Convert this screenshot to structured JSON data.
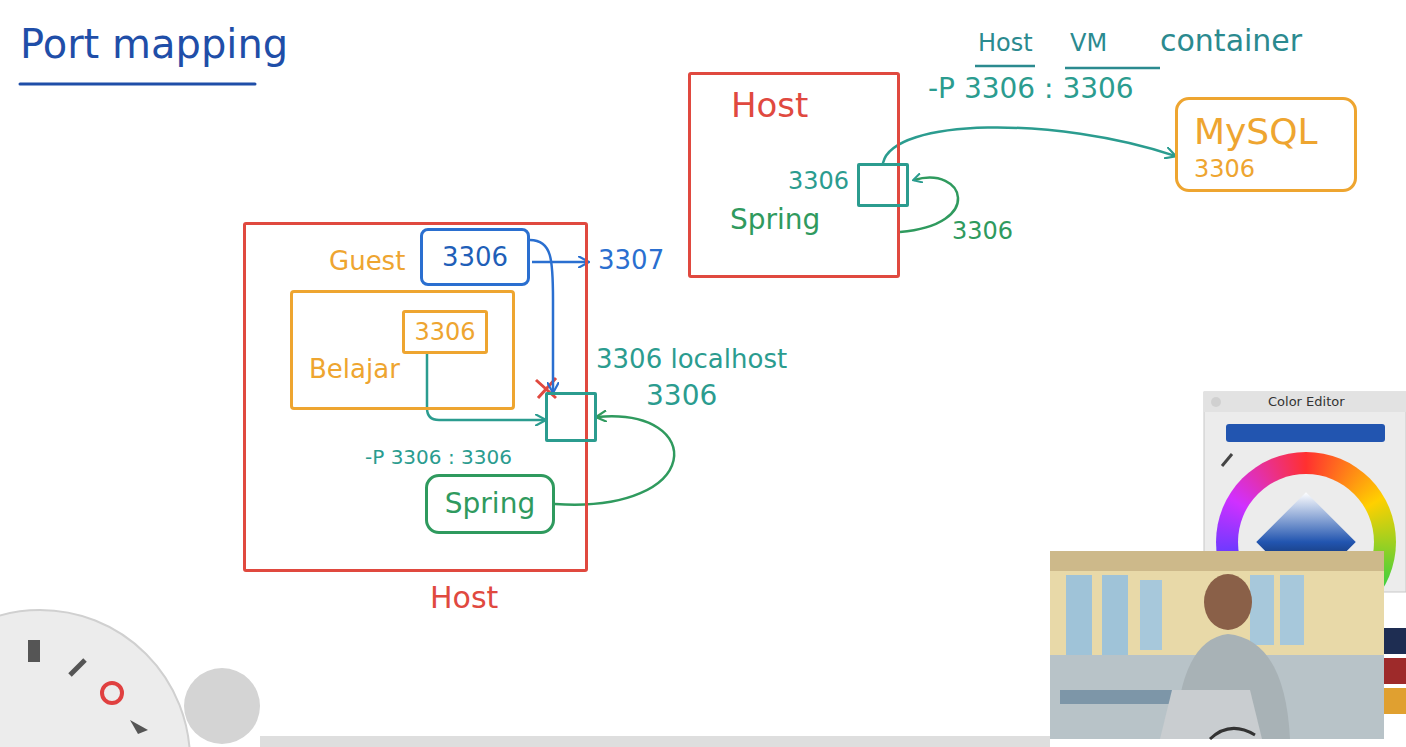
{
  "diagram": {
    "title": "Port mapping",
    "nodes": [
      {
        "text": [
          "Host"
        ]
      },
      {
        "text": [
          "3306"
        ],
        "in": 0
      },
      {
        "text": [
          "MySQL",
          "3306"
        ]
      },
      {
        "text": [
          "Host"
        ]
      },
      {
        "text": [
          "Guest",
          "3306"
        ],
        "in": 3
      },
      {
        "text": [
          "Belajar"
        ],
        "in": 3
      },
      {
        "text": [
          "3306"
        ],
        "in": 5
      },
      {
        "text": [
          "3306 localhost",
          "3306"
        ],
        "in": 3
      },
      {
        "text": [
          "Spring"
        ],
        "in": 3
      }
    ],
    "edges": [
      {
        "from": 1,
        "to": 2,
        "arrow": "to"
      },
      {
        "from": 4,
        "to": 7,
        "arrow": "to"
      },
      {
        "from": 6,
        "to": 7,
        "arrow": "to"
      },
      {
        "from": 8,
        "to": 7,
        "arrow": "to"
      }
    ],
    "labels": [
      "Host",
      "VM",
      "container",
      "-P 3306 : 3306",
      "Spring",
      "3306",
      "3307",
      "-P 3306 : 3306",
      "Color Editor"
    ]
  }
}
